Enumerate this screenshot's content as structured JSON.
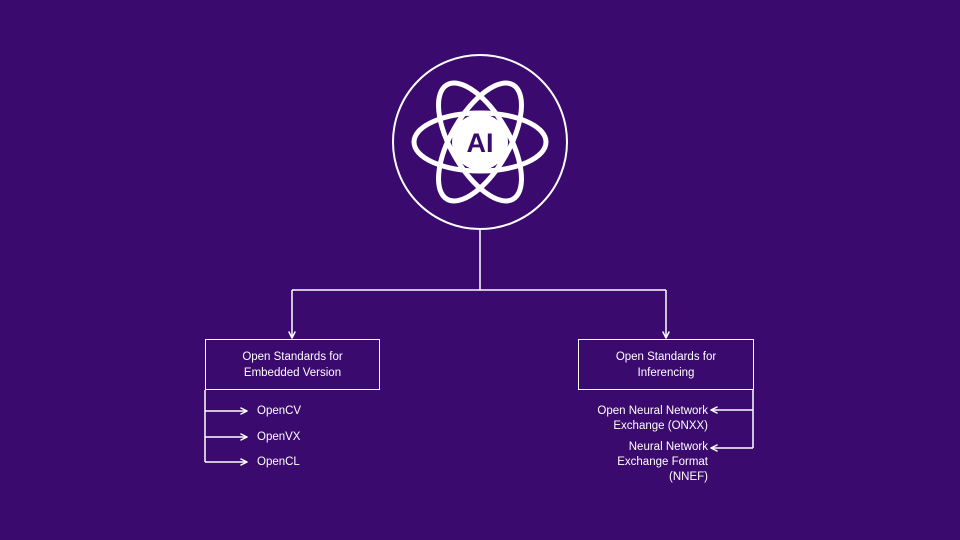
{
  "logo": {
    "text": "AI",
    "icon": "atom-ai-icon"
  },
  "left_branch": {
    "title_line1": "Open Standards for",
    "title_line2": "Embedded Version",
    "items": [
      "OpenCV",
      "OpenVX",
      "OpenCL"
    ]
  },
  "right_branch": {
    "title_line1": "Open Standards for",
    "title_line2": "Inferencing",
    "items": [
      {
        "lines": [
          "Open Neural Network",
          "Exchange (ONXX)"
        ]
      },
      {
        "lines": [
          "Neural Network",
          "Exchange Format",
          "(NNEF)"
        ]
      }
    ]
  },
  "colors": {
    "background": "#3b0a6e",
    "foreground": "#ffffff"
  }
}
